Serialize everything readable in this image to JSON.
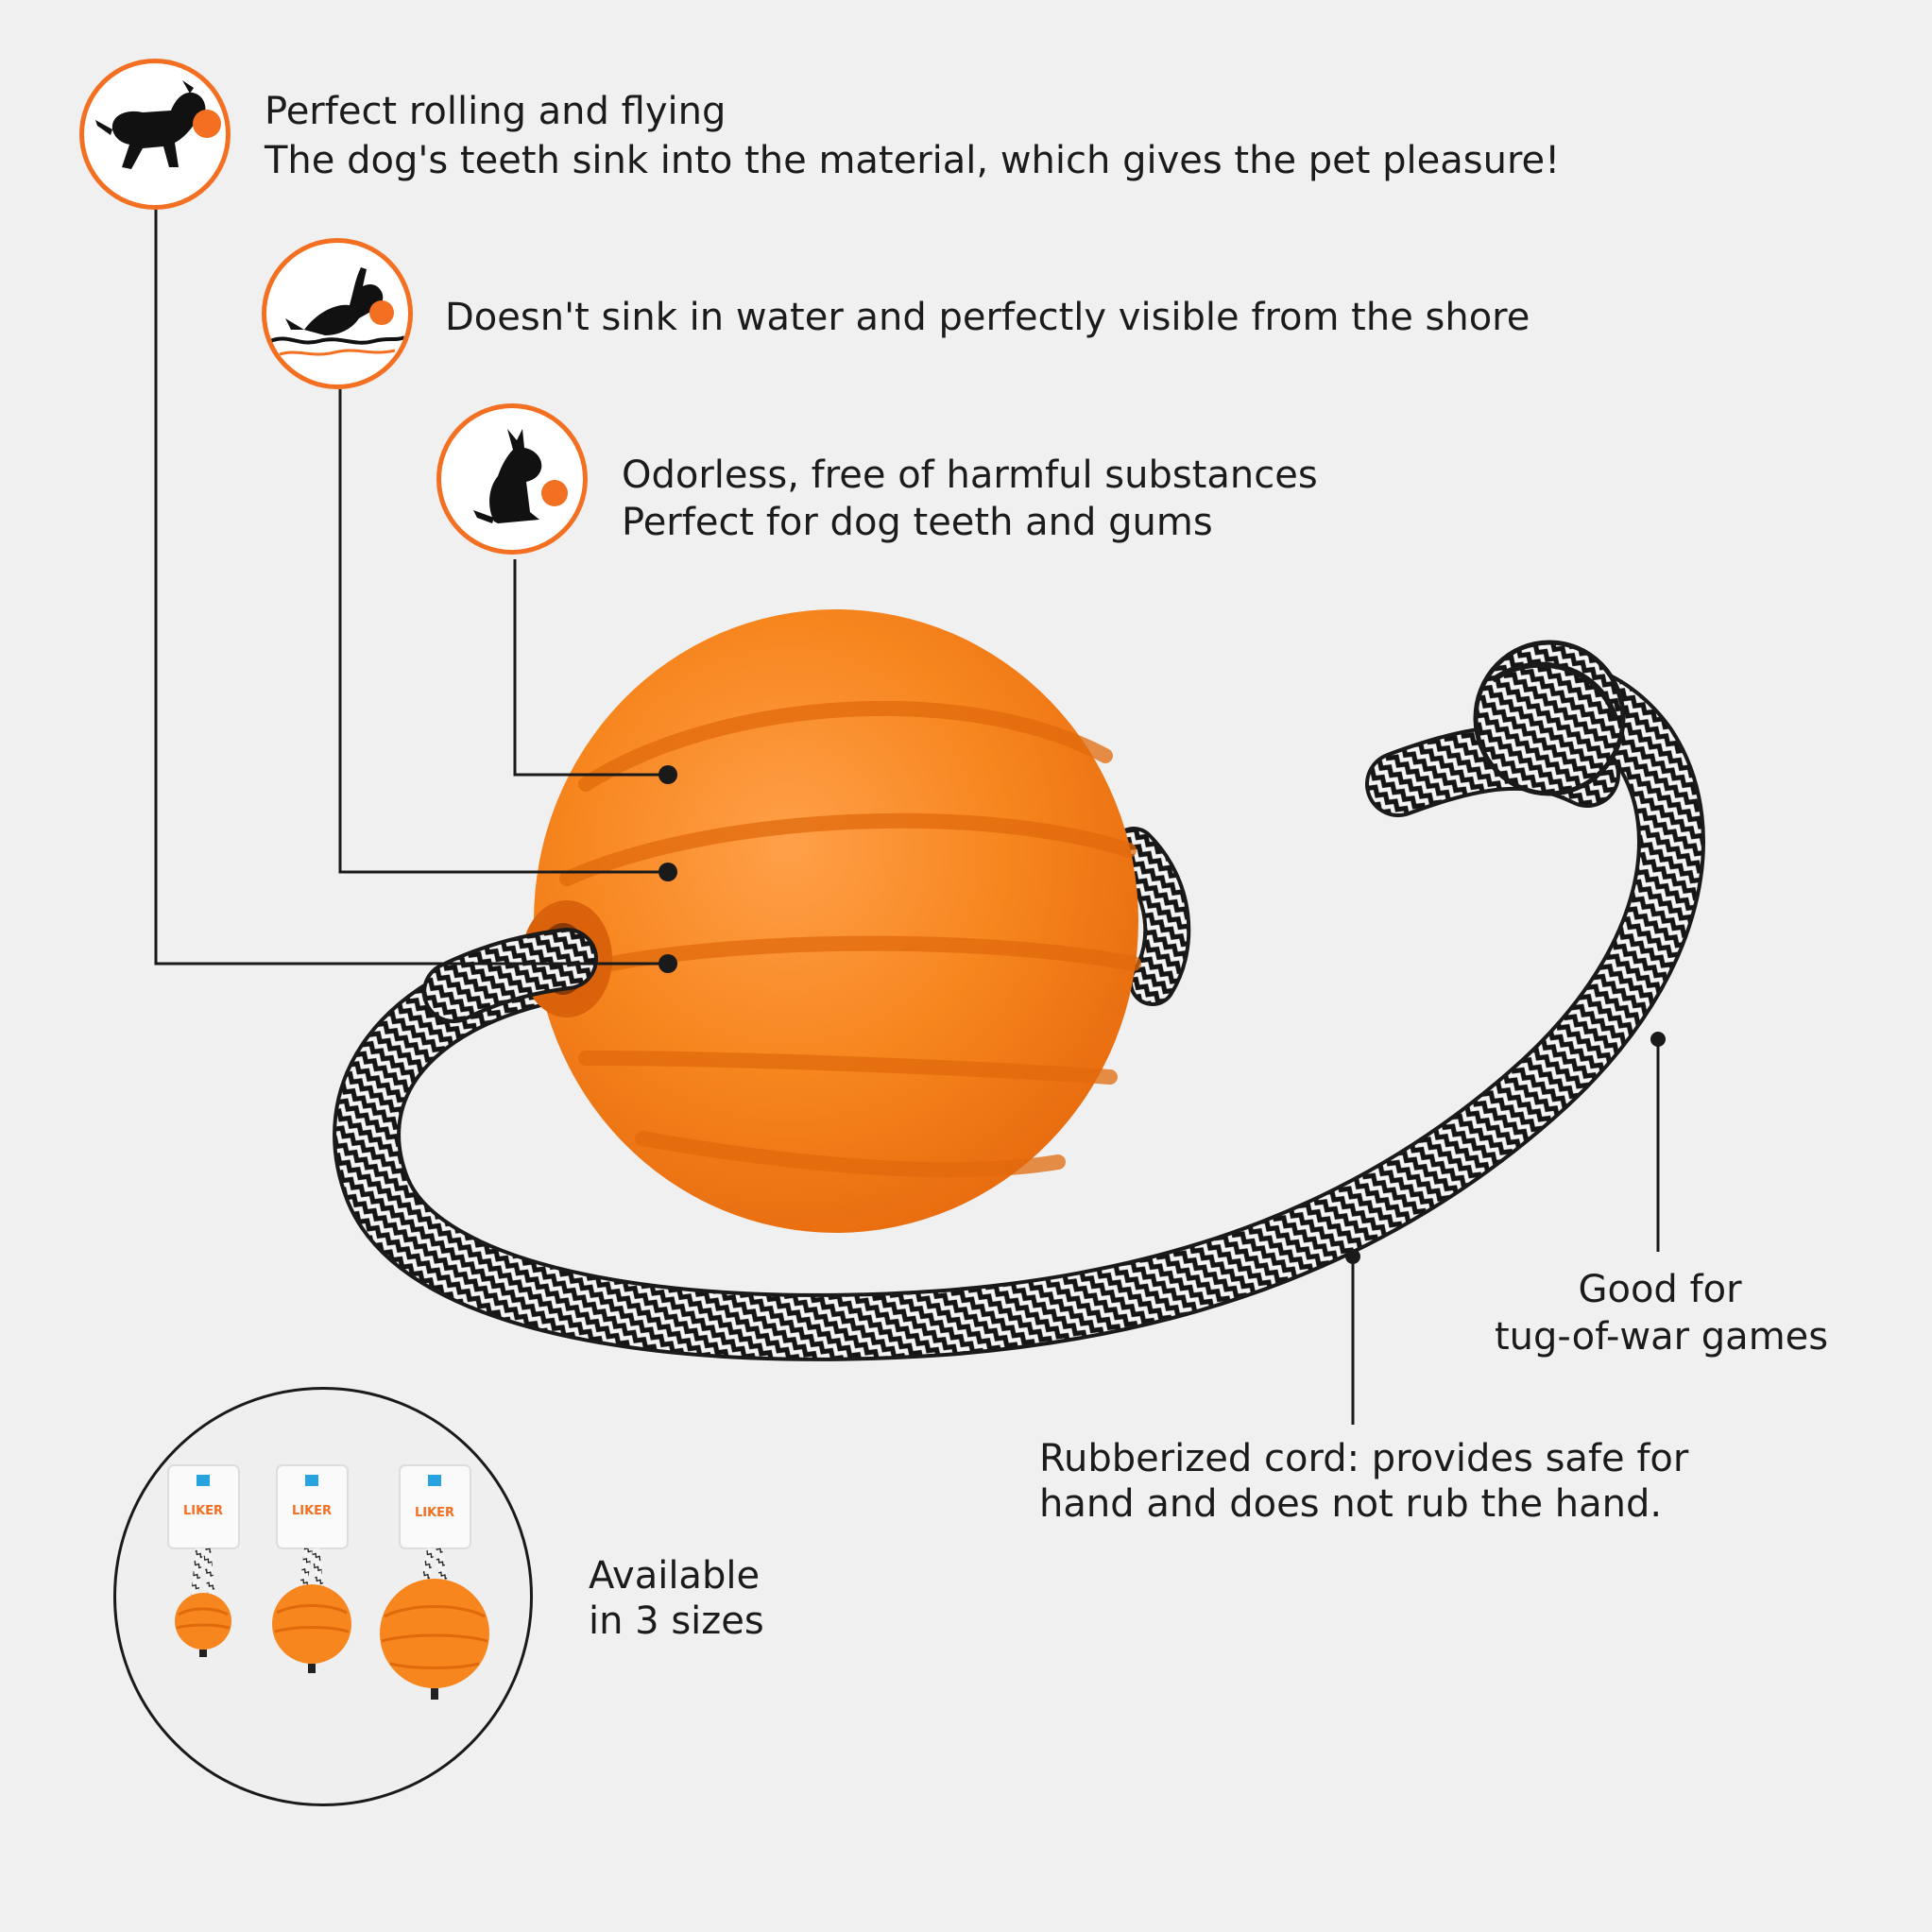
{
  "features": [
    {
      "icon": "dog-running-with-ball-icon",
      "lines": [
        "Perfect rolling and flying",
        "The dog's teeth sink into the material, which gives the pet pleasure!"
      ]
    },
    {
      "icon": "dog-swimming-with-ball-icon",
      "lines": [
        "Doesn't sink in water and perfectly visible from the shore"
      ]
    },
    {
      "icon": "dog-sitting-with-ball-icon",
      "lines": [
        "Odorless, free of harmful substances",
        "Perfect for dog teeth and gums"
      ]
    }
  ],
  "cord_note": {
    "lines": [
      "Rubberized cord: provides safe for",
      "hand and does not rub the hand."
    ]
  },
  "tug_note": {
    "lines": [
      "Good for",
      "tug-of-war games"
    ]
  },
  "sizes": {
    "lines": [
      "Available",
      "in 3 sizes"
    ],
    "count": 3,
    "brand": "LIKER"
  },
  "colors": {
    "accent": "#f36f21",
    "ball": "#f7861f",
    "background": "#f0f0f0",
    "line": "#1a1a1a"
  }
}
